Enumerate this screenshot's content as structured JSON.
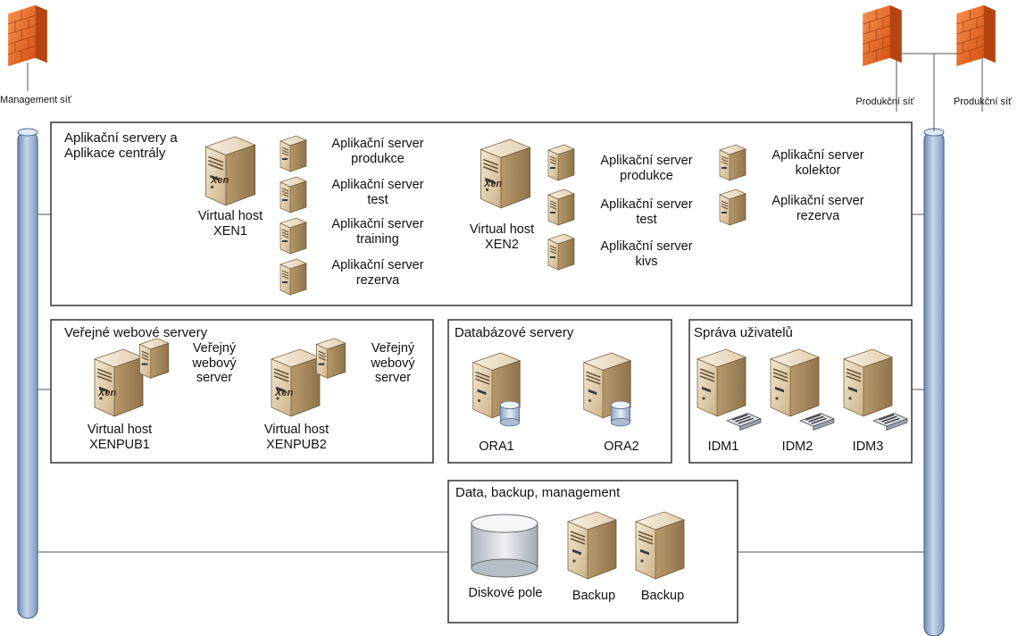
{
  "networks": {
    "management": "Management síť",
    "production_1": "Produkční síť",
    "production_2": "Produkční síť"
  },
  "groups": {
    "app": {
      "title": "Aplikační servery a\nAplikace centrály",
      "xen1": {
        "host": "Virtual host\nXEN1",
        "vms": [
          "Aplikační server\nprodukce",
          "Aplikační server\ntest",
          "Aplikační server\ntraining",
          "Aplikační server\nrezerva"
        ]
      },
      "xen2": {
        "host": "Virtual host\nXEN2",
        "vms": [
          "Aplikační server\nprodukce",
          "Aplikační server\ntest",
          "Aplikační server\nkivs"
        ]
      },
      "extra_vms": [
        "Aplikační server\nkolektor",
        "Aplikační server\nrezerva"
      ]
    },
    "web": {
      "title": "Veřejné webové servery",
      "hosts": [
        {
          "host": "Virtual host\nXENPUB1",
          "vm": "Veřejný\nwebový\nserver"
        },
        {
          "host": "Virtual host\nXENPUB2",
          "vm": "Veřejný\nwebový\nserver"
        }
      ]
    },
    "db": {
      "title": "Databázové servery",
      "servers": [
        "ORA1",
        "ORA2"
      ]
    },
    "users": {
      "title": "Správa uživatelů",
      "servers": [
        "IDM1",
        "IDM2",
        "IDM3"
      ]
    },
    "data": {
      "title": "Data, backup, management",
      "storage": "Diskové pole",
      "backups": [
        "Backup",
        "Backup"
      ]
    }
  },
  "icons": {
    "firewall": "firewall-icon",
    "server": "server-tower-icon",
    "vm": "small-server-icon",
    "database": "database-server-icon",
    "identity": "identity-server-icon",
    "storage": "disk-array-icon",
    "xen": "Xen"
  },
  "colors": {
    "firewall": "#e8621e",
    "server_body": "#e3d2b3",
    "pipe": "#9db4d4",
    "line": "#555555"
  }
}
